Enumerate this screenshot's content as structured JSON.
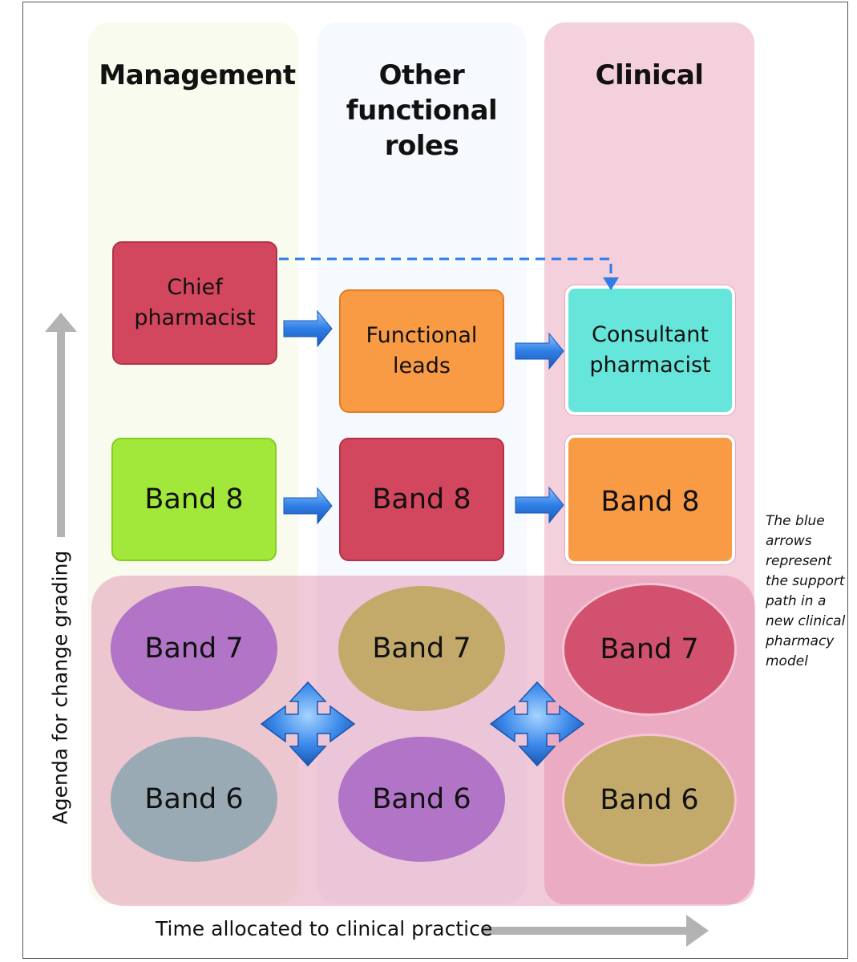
{
  "columns": {
    "management": "Management",
    "other": "Other\nfunctional\nroles",
    "clinical": "Clinical"
  },
  "boxes": {
    "chief": "Chief\npharmacist",
    "functional_leads": "Functional\nleads",
    "consultant": "Consultant\npharmacist",
    "band8_mgmt": "Band 8",
    "band8_other": "Band 8",
    "band8_clin": "Band 8"
  },
  "ellipses": {
    "band7_mgmt": "Band 7",
    "band7_other": "Band 7",
    "band7_clin": "Band 7",
    "band6_mgmt": "Band 6",
    "band6_other": "Band 6",
    "band6_clin": "Band 6"
  },
  "note": "The blue arrows represent the support path in a new clinical pharmacy model",
  "axes": {
    "x_label": "Time allocated to clinical practice",
    "y_label": "Agenda for change grading"
  },
  "colors": {
    "chief": "#d3475e",
    "functional_leads": "#f99a44",
    "consultant": "#66e6da",
    "band8_mgmt": "#a2e83a",
    "band8_other": "#d3475e",
    "band8_clin": "#f99a44",
    "band7_mgmt": "#b174c6",
    "band7_other": "#c3aa6a",
    "band7_clin": "#d2516f",
    "band6_mgmt": "#9aaab5",
    "band6_other": "#b174c6",
    "band6_clin": "#c3aa6a",
    "support_arrow": "#2f7ee6",
    "axis_arrow": "#b3b3b3"
  }
}
